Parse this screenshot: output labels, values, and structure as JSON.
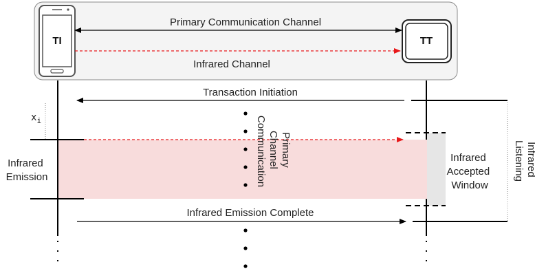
{
  "nodes": {
    "ti": "TI",
    "tt": "TT"
  },
  "channels": {
    "primary": "Primary Communication Channel",
    "infrared": "Infrared Channel"
  },
  "messages": {
    "transaction_initiation": "Transaction Initiation",
    "infrared_emission_complete": "Infrared Emission Complete"
  },
  "labels": {
    "x_base": "x",
    "x_sub": "i",
    "infrared_emission": [
      "Infrared",
      "Emission"
    ],
    "primary_channel_communication": [
      "Primary",
      "Channel",
      "Communication"
    ],
    "infrared_accepted_window": [
      "Infrared",
      "Accepted",
      "Window"
    ],
    "infrared_listening": [
      "Infrared",
      "Listening"
    ]
  },
  "colors": {
    "line": "#000000",
    "infrared_arrow": "#e8181a",
    "emission_fill": "#f8dcdc",
    "window_fill": "#e6e6e6",
    "device_box_fill": "#f4f4f4",
    "device_box_stroke": "#8a8a8a"
  }
}
